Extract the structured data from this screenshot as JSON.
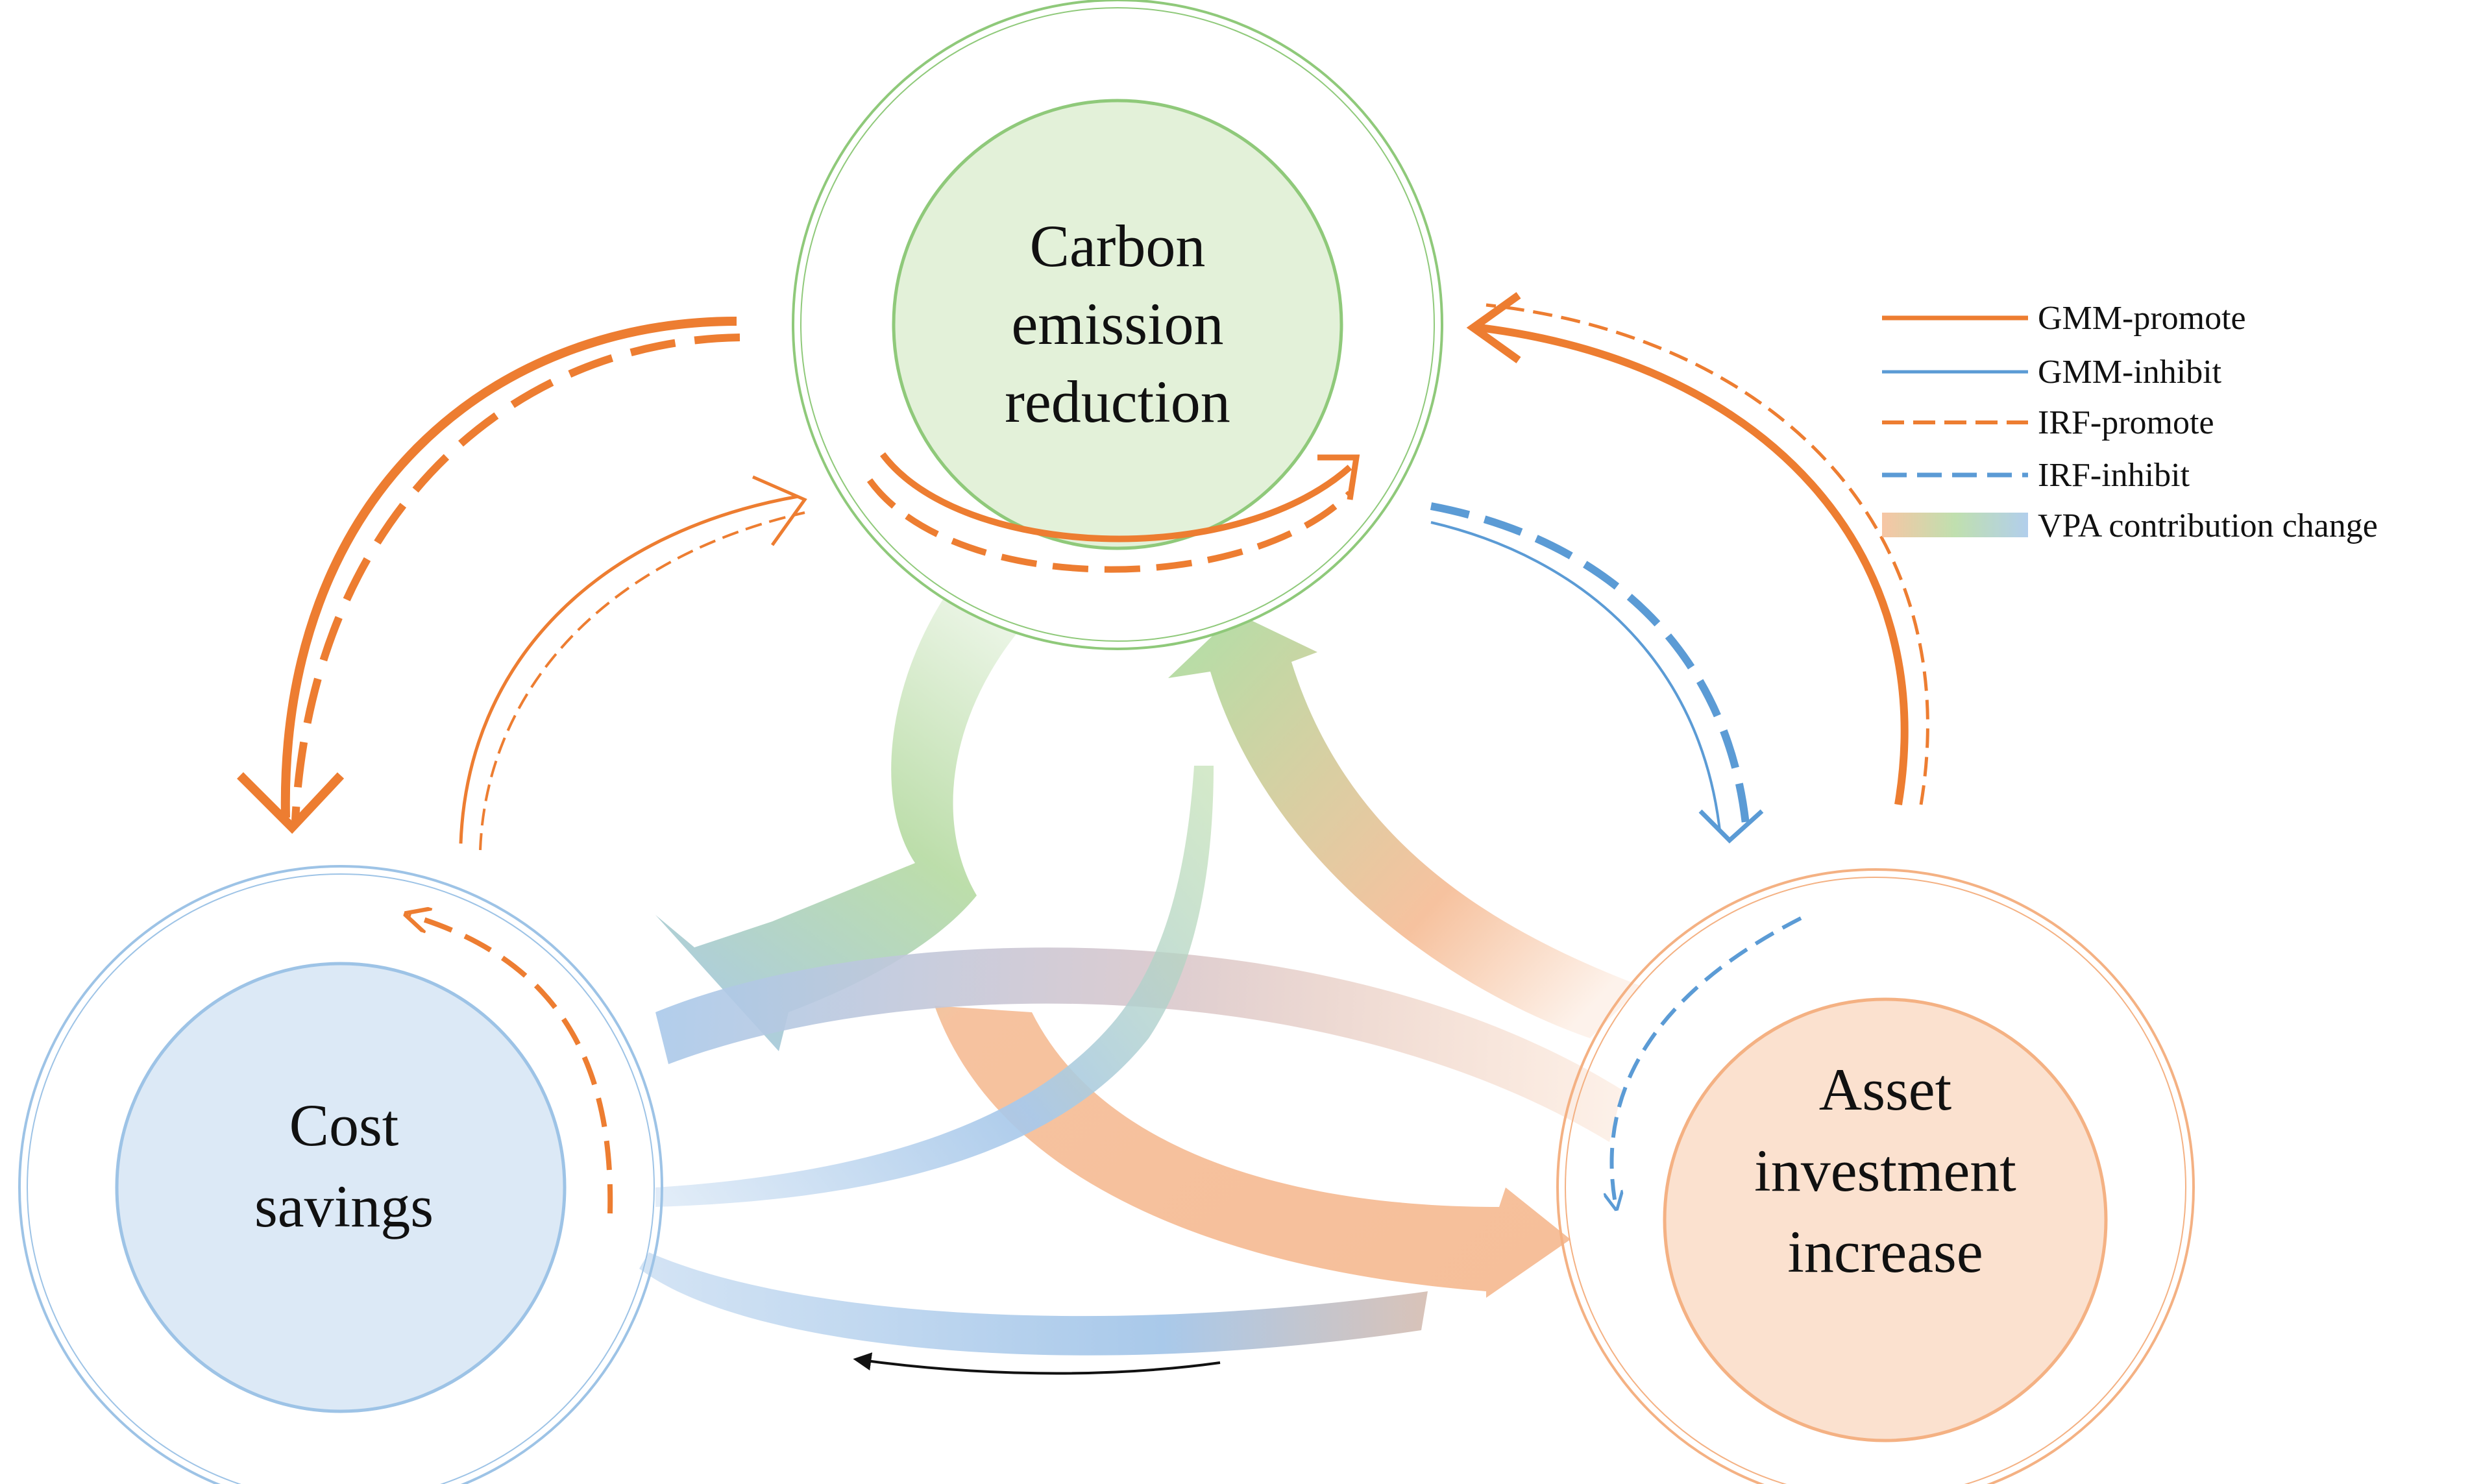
{
  "nodes": {
    "carbon": {
      "lines": [
        "Carbon",
        "emission",
        "reduction"
      ],
      "color": "#8fc97a",
      "fill": "#e3f1d9"
    },
    "cost": {
      "lines": [
        "Cost",
        "savings"
      ],
      "color": "#9dc3e6",
      "fill": "#dce9f6"
    },
    "asset": {
      "lines": [
        "Asset",
        "investment",
        "increase"
      ],
      "color": "#f4b183",
      "fill": "#fbe1cf"
    }
  },
  "legend": [
    {
      "label": "GMM-promote",
      "color": "#ed7d31",
      "dashed": false
    },
    {
      "label": "GMM-inhibit",
      "color": "#5b9bd5",
      "dashed": false
    },
    {
      "label": "IRF-promote",
      "color": "#ed7d31",
      "dashed": true
    },
    {
      "label": "IRF-inhibit",
      "color": "#5b9bd5",
      "dashed": true
    },
    {
      "label": "VPA contribution change",
      "gradient": true
    }
  ],
  "colors": {
    "promote": "#ed7d31",
    "inhibit": "#5b9bd5",
    "green": "#b9dca6",
    "blue": "#a9c9ea",
    "orange": "#f6bf9a",
    "black": "#111111"
  }
}
